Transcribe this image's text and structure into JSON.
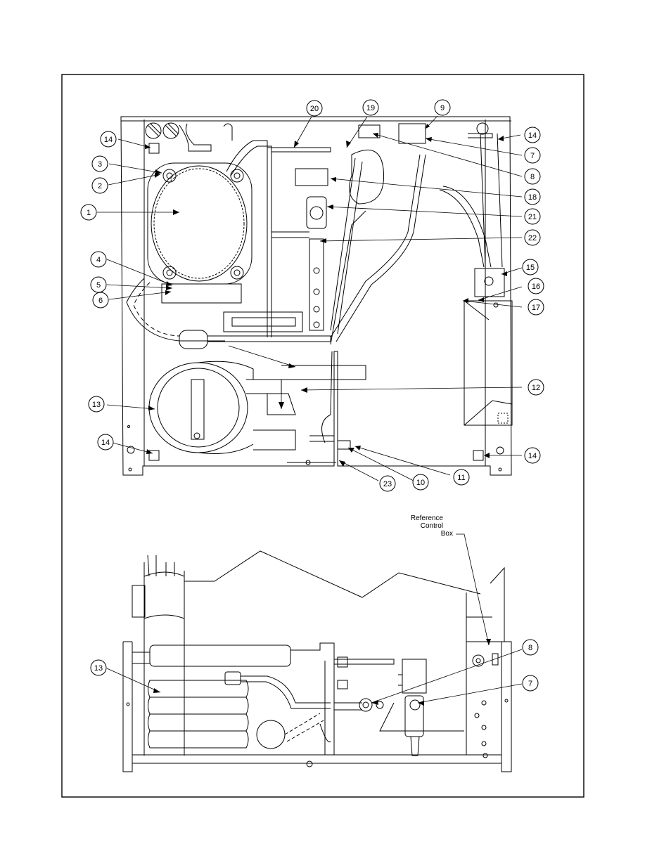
{
  "callouts_top": [
    {
      "id": "c20",
      "label": "20"
    },
    {
      "id": "c19",
      "label": "19"
    },
    {
      "id": "c9",
      "label": "9"
    },
    {
      "id": "c14a",
      "label": "14"
    },
    {
      "id": "c14b",
      "label": "14"
    },
    {
      "id": "c7",
      "label": "7"
    },
    {
      "id": "c8",
      "label": "8"
    },
    {
      "id": "c3",
      "label": "3"
    },
    {
      "id": "c2",
      "label": "2"
    },
    {
      "id": "c18",
      "label": "18"
    },
    {
      "id": "c1",
      "label": "1"
    },
    {
      "id": "c21",
      "label": "21"
    },
    {
      "id": "c22",
      "label": "22"
    },
    {
      "id": "c4",
      "label": "4"
    },
    {
      "id": "c5",
      "label": "5"
    },
    {
      "id": "c6",
      "label": "6"
    },
    {
      "id": "c15",
      "label": "15"
    },
    {
      "id": "c16",
      "label": "16"
    },
    {
      "id": "c17",
      "label": "17"
    },
    {
      "id": "c12",
      "label": "12"
    },
    {
      "id": "c13",
      "label": "13"
    },
    {
      "id": "c14c",
      "label": "14"
    },
    {
      "id": "c14d",
      "label": "14"
    },
    {
      "id": "c23",
      "label": "23"
    },
    {
      "id": "c10",
      "label": "10"
    },
    {
      "id": "c11",
      "label": "11"
    }
  ],
  "callouts_bottom": [
    {
      "id": "b13",
      "label": "13"
    },
    {
      "id": "b8",
      "label": "8"
    },
    {
      "id": "b7",
      "label": "7"
    }
  ],
  "note": {
    "line1": "Reference",
    "line2": "Control",
    "line3": "Box"
  }
}
